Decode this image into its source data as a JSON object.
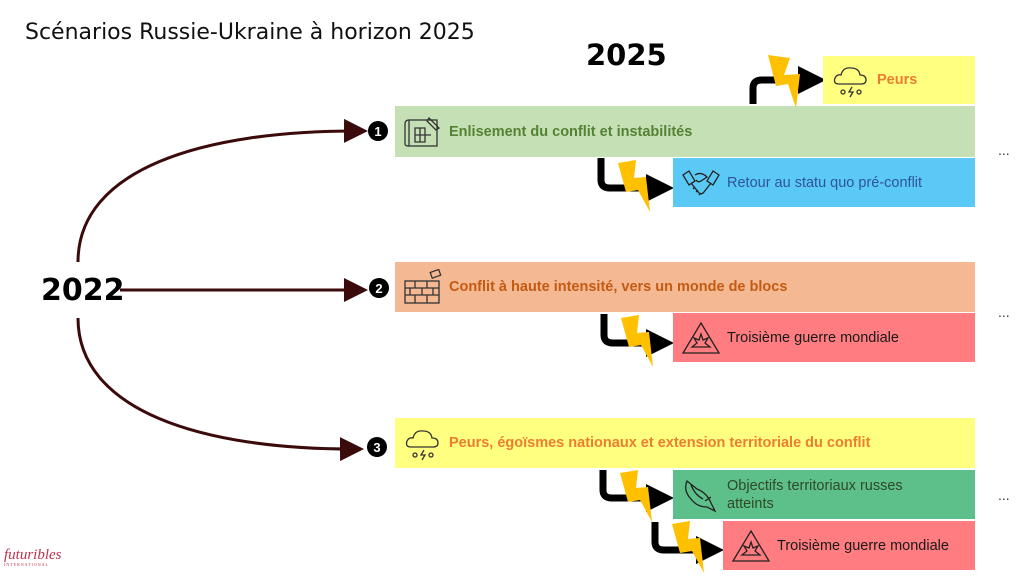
{
  "title": "Scénarios Russie-Ukraine à horizon 2025",
  "year_start": "2022",
  "year_end": "2025",
  "ellipsis": "...",
  "logo": {
    "name": "futuribles",
    "sub": "INTERNATIONAL"
  },
  "scenarios": [
    {
      "number": "1",
      "label": "Enlisement du conflit et instabilités",
      "icon": "blueprint-icon",
      "color": "#c5e0b4",
      "text_color": "#548235",
      "branches": [
        {
          "label": "Peurs",
          "icon": "storm-cloud-icon",
          "color": "#ffff80",
          "text_color": "#ed7d31"
        },
        {
          "label": "Retour au statu quo pré-conflit",
          "icon": "handshake-icon",
          "color": "#5bc9f5",
          "text_color": "#2f5597"
        }
      ]
    },
    {
      "number": "2",
      "label": "Conflit à haute intensité, vers un monde de blocs",
      "icon": "brick-wall-icon",
      "color": "#f4b993",
      "text_color": "#c55a11",
      "branches": [
        {
          "label": "Troisième guerre mondiale",
          "icon": "explosion-warning-icon",
          "color": "#ff7c80",
          "text_color": "#1a1a1a"
        }
      ]
    },
    {
      "number": "3",
      "label": "Peurs, égoïsmes nationaux et extension territoriale du conflit",
      "icon": "storm-cloud-icon",
      "color": "#ffff80",
      "text_color": "#ed7d31",
      "branches": [
        {
          "label": "Objectifs territoriaux russes atteints",
          "icon": "eagle-icon",
          "color": "#5dbf8a",
          "text_color": "#2f4a25"
        },
        {
          "label": "Troisième guerre mondiale",
          "icon": "explosion-warning-icon",
          "color": "#ff7c80",
          "text_color": "#1a1a1a"
        }
      ]
    }
  ]
}
